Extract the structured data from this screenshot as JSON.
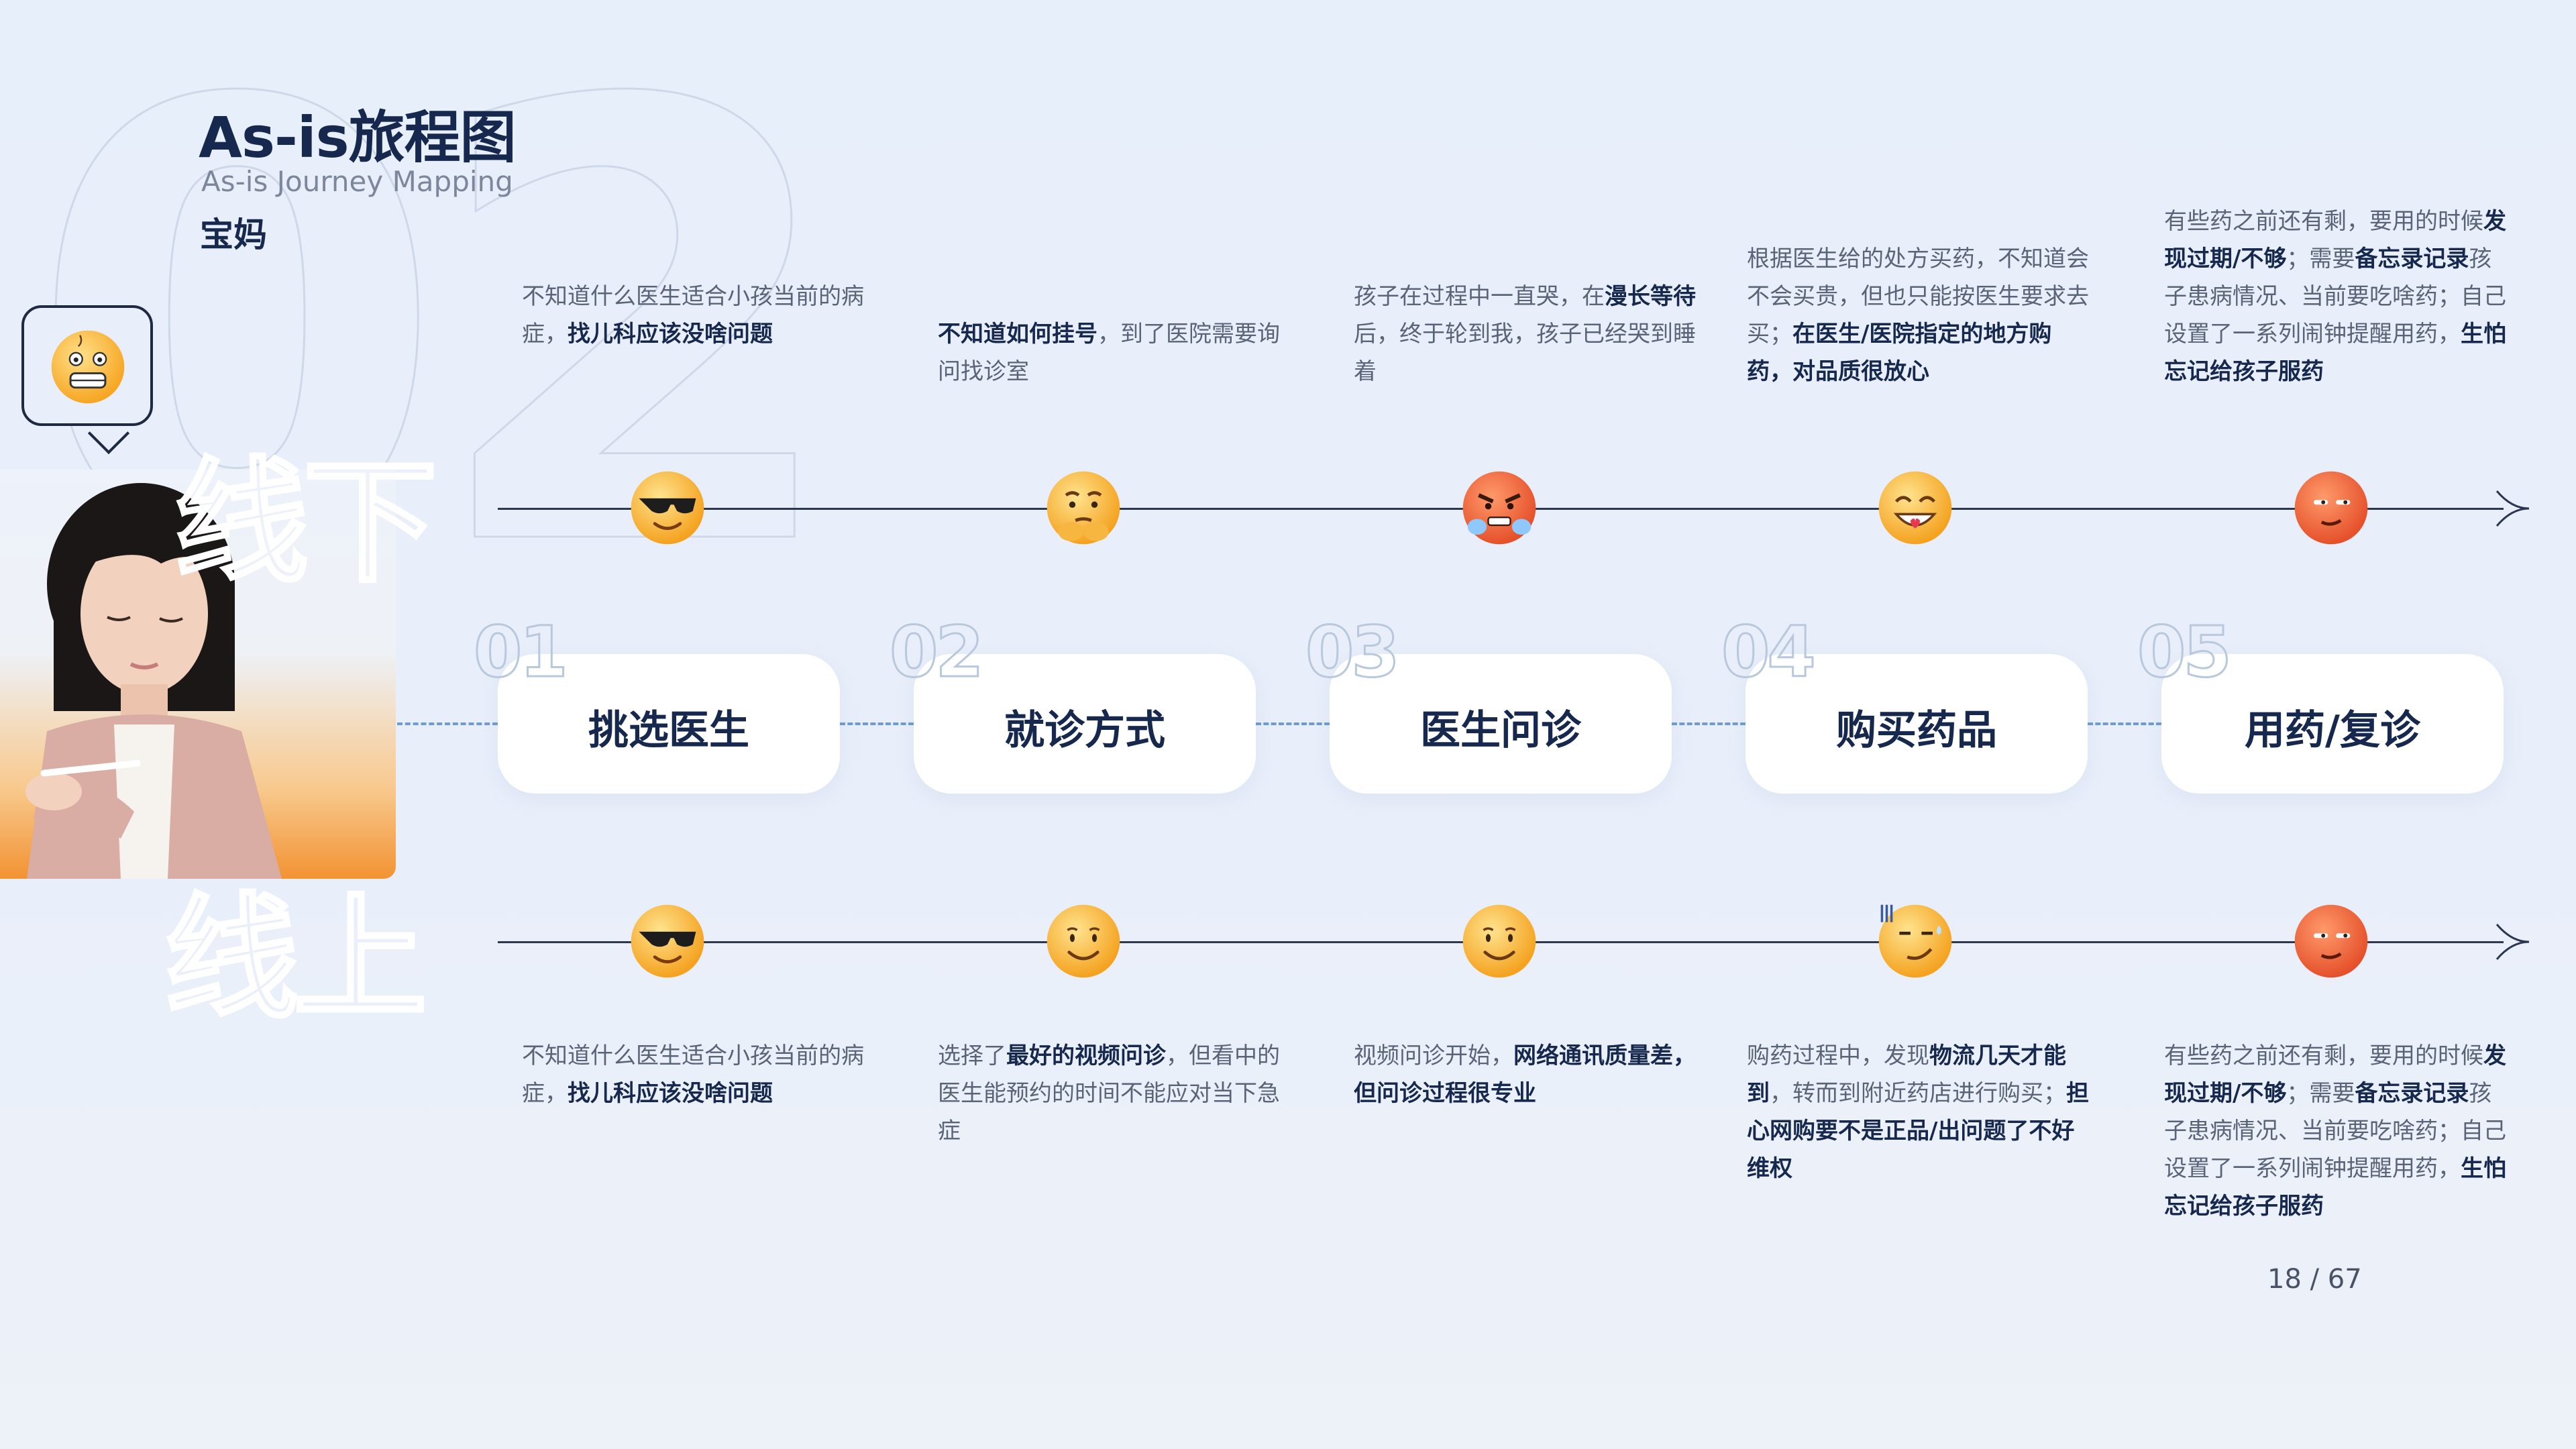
{
  "header": {
    "title": "As-is旅程图",
    "subtitle": "As-is Journey Mapping",
    "persona": "宝妈",
    "bg_number": "02"
  },
  "lanes": {
    "offline_label": "线下",
    "online_label": "线上"
  },
  "stages": [
    {
      "num": "01",
      "label": "挑选医生"
    },
    {
      "num": "02",
      "label": "就诊方式"
    },
    {
      "num": "03",
      "label": "医生问诊"
    },
    {
      "num": "04",
      "label": "购买药品"
    },
    {
      "num": "05",
      "label": "用药/复诊"
    }
  ],
  "offline": [
    {
      "emoji": "sunglasses-face-icon",
      "segments": [
        {
          "t": "不知道什么医生适合小孩当前的病症，",
          "b": false
        },
        {
          "t": "找儿科应该没啥问题",
          "b": true
        }
      ]
    },
    {
      "emoji": "thinking-face-icon",
      "segments": [
        {
          "t": "不知道如何挂号",
          "b": true
        },
        {
          "t": "，到了医院需要询问找诊室",
          "b": false
        }
      ]
    },
    {
      "emoji": "angry-face-icon",
      "segments": [
        {
          "t": "孩子在过程中一直哭，在",
          "b": false
        },
        {
          "t": "漫长等待",
          "b": true
        },
        {
          "t": "后，终于轮到我，孩子已经哭到睡着",
          "b": false
        }
      ]
    },
    {
      "emoji": "happy-face-icon",
      "segments": [
        {
          "t": "根据医生给的处方买药，不知道会不会买贵，但也只能按医生要求去买；",
          "b": false
        },
        {
          "t": "在医生/医院指定的地方购药，对品质很放心",
          "b": true
        }
      ]
    },
    {
      "emoji": "skeptical-face-icon",
      "segments": [
        {
          "t": "有些药之前还有剩，要用的时候",
          "b": false
        },
        {
          "t": "发现过期/不够",
          "b": true
        },
        {
          "t": "；需要",
          "b": false
        },
        {
          "t": "备忘录记录",
          "b": true
        },
        {
          "t": "孩子患病情况、当前要吃啥药；自己设置了一系列闹钟提醒用药，",
          "b": false
        },
        {
          "t": "生怕忘记给孩子服药",
          "b": true
        }
      ]
    }
  ],
  "online": [
    {
      "emoji": "sunglasses-face-icon",
      "segments": [
        {
          "t": "不知道什么医生适合小孩当前的病症，",
          "b": false
        },
        {
          "t": "找儿科应该没啥问题",
          "b": true
        }
      ]
    },
    {
      "emoji": "smiling-face-icon",
      "segments": [
        {
          "t": "选择了",
          "b": false
        },
        {
          "t": "最好的视频问诊",
          "b": true
        },
        {
          "t": "，但看中的医生能预约的时间不能应对当下急症",
          "b": false
        }
      ]
    },
    {
      "emoji": "smiling-face-icon",
      "segments": [
        {
          "t": "视频问诊开始，",
          "b": false
        },
        {
          "t": "网络通讯质量差，但问诊过程很专业",
          "b": true
        }
      ]
    },
    {
      "emoji": "sweat-smile-face-icon",
      "segments": [
        {
          "t": "购药过程中，发现",
          "b": false
        },
        {
          "t": "物流几天才能到",
          "b": true
        },
        {
          "t": "，转而到附近药店进行购买；",
          "b": false
        },
        {
          "t": "担心网购要不是正品/出问题了不好维权",
          "b": true
        }
      ]
    },
    {
      "emoji": "skeptical-face-icon",
      "segments": [
        {
          "t": "有些药之前还有剩，要用的时候",
          "b": false
        },
        {
          "t": "发现过期/不够",
          "b": true
        },
        {
          "t": "；需要",
          "b": false
        },
        {
          "t": "备忘录记录",
          "b": true
        },
        {
          "t": "孩子患病情况、当前要吃啥药；自己设置了一系列闹钟提醒用药，",
          "b": false
        },
        {
          "t": "生怕忘记给孩子服药",
          "b": true
        }
      ]
    }
  ],
  "footer": {
    "page": "18 / 67"
  },
  "colors": {
    "navy": "#16284d",
    "accent_orange": "#f29333",
    "dashed_blue": "#6e9bd6",
    "emoji_yellow": "#fbc34a",
    "emoji_red": "#ef6a3a"
  }
}
